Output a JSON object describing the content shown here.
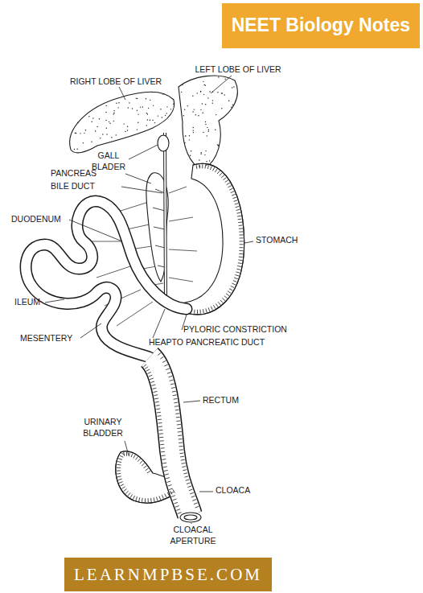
{
  "diagram": {
    "title": "NEET Biology Notes",
    "labels": [
      "RIGHT LOBE OF LIVER",
      "LEFT LOBE OF LIVER",
      "GALL BLADER",
      "PANCREAS",
      "BILE DUCT",
      "DUODENUM",
      "STOMACH",
      "ILEUM",
      "MESENTERY",
      "PYLORIC CONSTRICTION",
      "HEAPTO PANCREATIC DUCT",
      "RECTUM",
      "URINARY BLADDER",
      "CLOACA",
      "CLOACAL APERTURE",
      "LEARNMPBSE.COM"
    ]
  }
}
